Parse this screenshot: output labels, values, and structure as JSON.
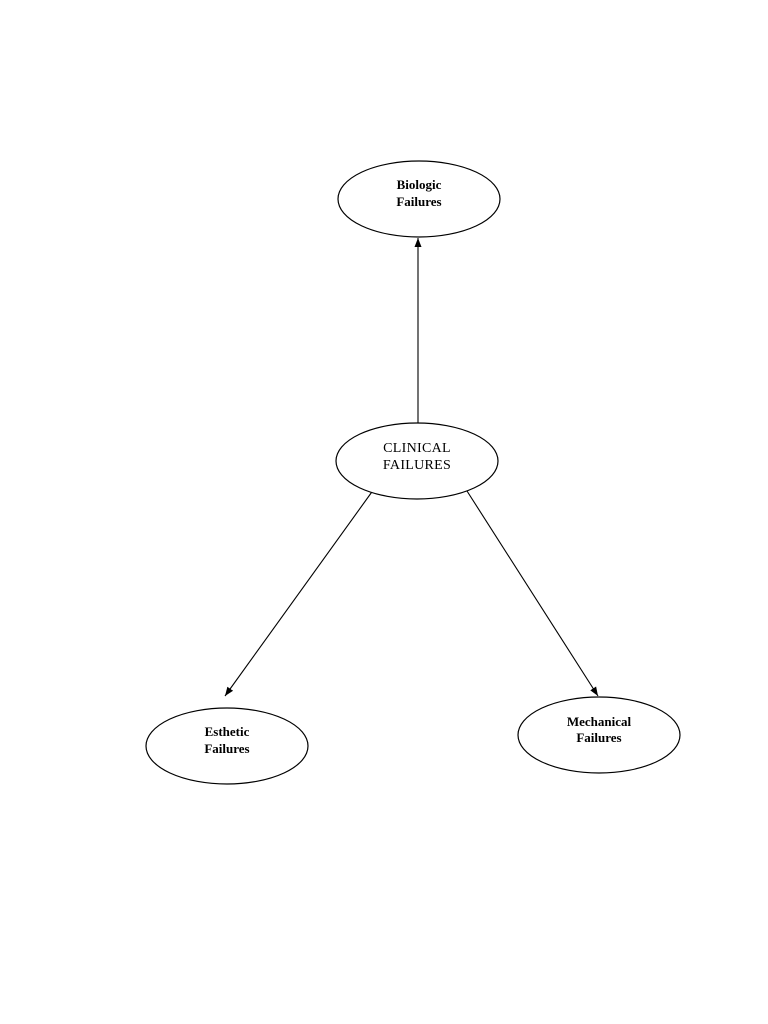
{
  "diagram": {
    "nodes": {
      "center": {
        "line1": "CLINICAL",
        "line2": "FAILURES"
      },
      "biologic": {
        "line1": "Biologic",
        "line2": "Failures"
      },
      "esthetic": {
        "line1": "Esthetic",
        "line2": "Failures"
      },
      "mechanical": {
        "line1": "Mechanical",
        "line2": "Failures"
      }
    },
    "edges": [
      {
        "from": "center",
        "to": "biologic"
      },
      {
        "from": "center",
        "to": "esthetic"
      },
      {
        "from": "center",
        "to": "mechanical"
      }
    ]
  }
}
